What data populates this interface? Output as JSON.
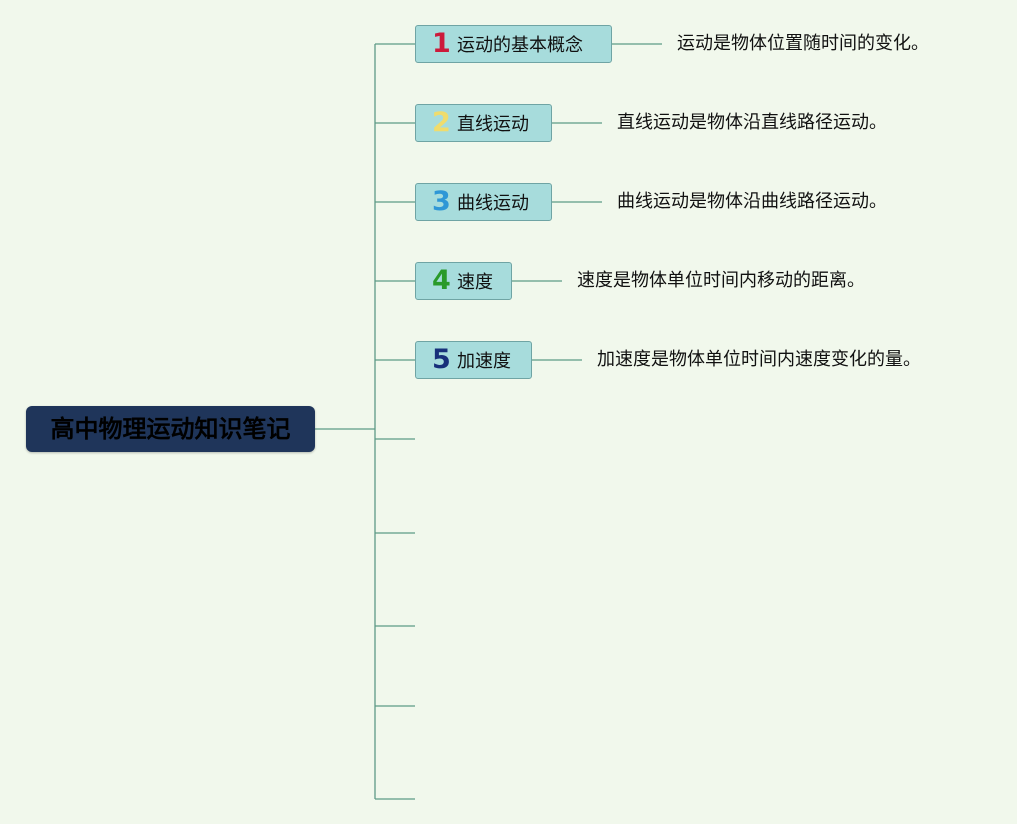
{
  "root": {
    "title": "高中物理运动知识笔记"
  },
  "colors": {
    "root_bg": "#1f355a",
    "topic_bg": "#a7dcdc",
    "line": "#5e9a86",
    "background": "#f1f8ec"
  },
  "topics": [
    {
      "number": "1",
      "number_color": "#cc1a3a",
      "label": "运动的基本概念",
      "description": "运动是物体位置随时间的变化。"
    },
    {
      "number": "2",
      "number_color": "#f0dc6c",
      "label": "直线运动",
      "description": "直线运动是物体沿直线路径运动。"
    },
    {
      "number": "3",
      "number_color": "#2f97d6",
      "label": "曲线运动",
      "description": "曲线运动是物体沿曲线路径运动。"
    },
    {
      "number": "4",
      "number_color": "#2a9a2a",
      "label": "速度",
      "description": "速度是物体单位时间内移动的距离。"
    },
    {
      "number": "5",
      "number_color": "#17307a",
      "label": "加速度",
      "description": "加速度是物体单位时间内速度变化的量。"
    }
  ]
}
